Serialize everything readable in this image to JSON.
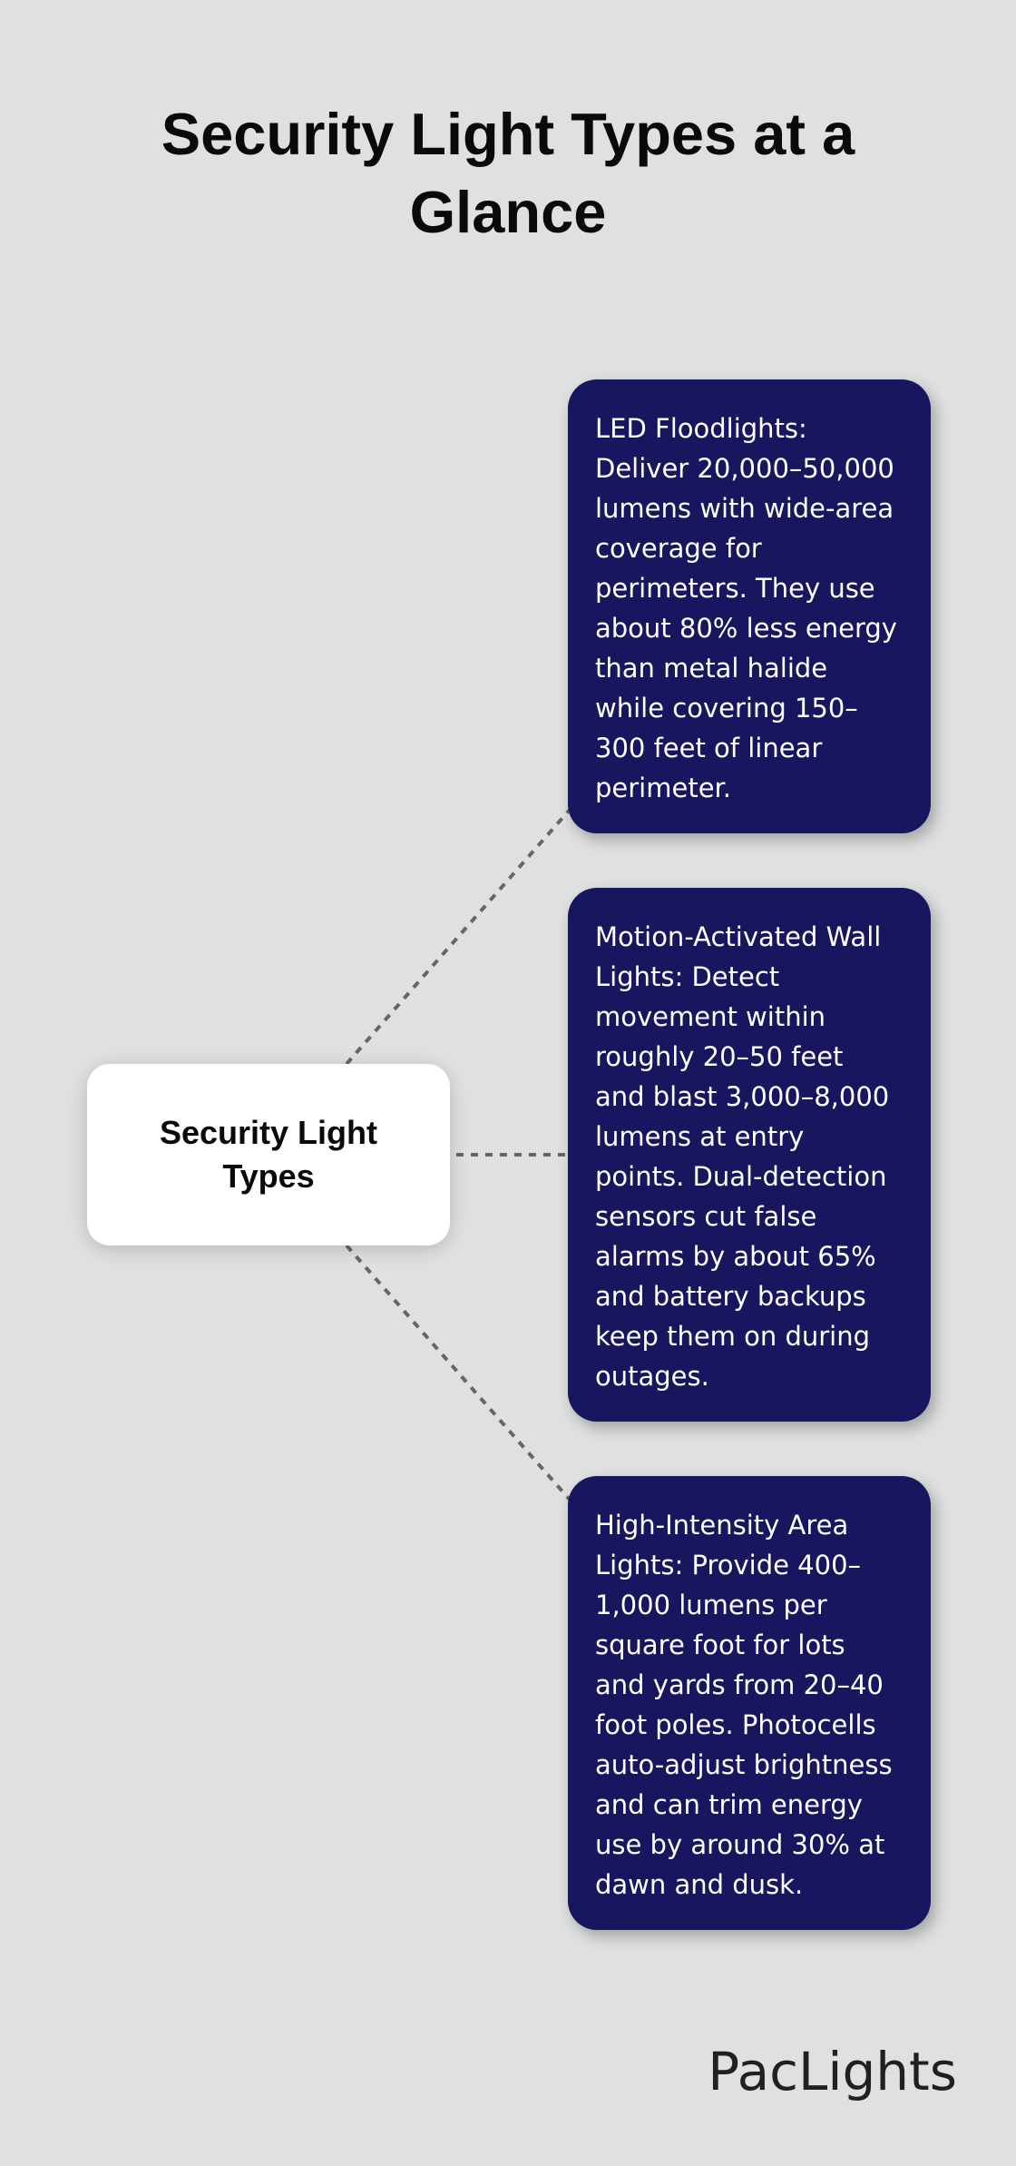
{
  "page": {
    "title_lines": [
      "Security Light Types at a",
      "Glance"
    ],
    "background_color": "#dfe1e0"
  },
  "diagram": {
    "center_node": {
      "label_lines": [
        "Security Light",
        "Types"
      ],
      "background_color": "#ffffff"
    },
    "connector_color": "#666666",
    "cards": [
      {
        "heading": "LED Floodlights",
        "lines": [
          "LED Floodlights:",
          "Deliver 20,000–50,000",
          "lumens with wide-area",
          "coverage for",
          "perimeters. They use",
          "about 80% less energy",
          "than metal halide",
          "while covering 150–",
          "300 feet of linear",
          "perimeter."
        ]
      },
      {
        "heading": "Motion-Activated Wall Lights",
        "lines": [
          "Motion-Activated Wall",
          "Lights: Detect",
          "movement within",
          "roughly 20–50 feet",
          "and blast 3,000–8,000",
          "lumens at entry",
          "points. Dual-detection",
          "sensors cut false",
          "alarms by about 65%",
          "and battery backups",
          "keep them on during",
          "outages."
        ]
      },
      {
        "heading": "High-Intensity Area Lights",
        "lines": [
          "High-Intensity Area",
          "Lights: Provide 400–",
          "1,000 lumens per",
          "square foot for lots",
          "and yards from 20–40",
          "foot poles. Photocells",
          "auto-adjust brightness",
          "and can trim energy",
          "use by around 30% at",
          "dawn and dusk."
        ]
      }
    ],
    "card_color": "#18165e",
    "card_text_color": "#ffffff"
  },
  "footer": {
    "logo_text": "PacLights",
    "logo_color": "#231f20"
  }
}
